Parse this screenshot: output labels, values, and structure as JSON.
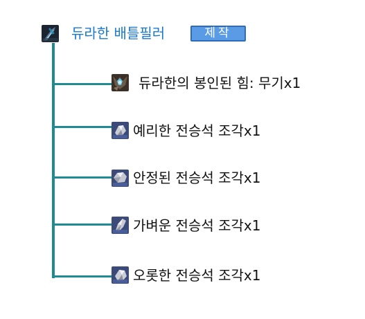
{
  "root": {
    "name": "듀라한 배틀필러",
    "action_label": "제작",
    "icon": "dark-blade-item-icon"
  },
  "ingredients": [
    {
      "name": "듀라한의 봉인된 힘: 무기x1",
      "icon": "sealed-power-weapon-icon"
    },
    {
      "name": "예리한 전승석 조각x1",
      "icon": "sharp-ancestral-stone-shard-icon"
    },
    {
      "name": "안정된 전승석 조각x1",
      "icon": "stable-ancestral-stone-shard-icon"
    },
    {
      "name": "가벼운 전승석 조각x1",
      "icon": "light-ancestral-stone-shard-icon"
    },
    {
      "name": "오롯한 전승석 조각x1",
      "icon": "complete-ancestral-stone-shard-icon"
    }
  ],
  "colors": {
    "tree_line": "#1e8a92",
    "root_text": "#1a77d2",
    "badge_bg": "#5a9be6",
    "badge_border": "#2e6bb8"
  }
}
